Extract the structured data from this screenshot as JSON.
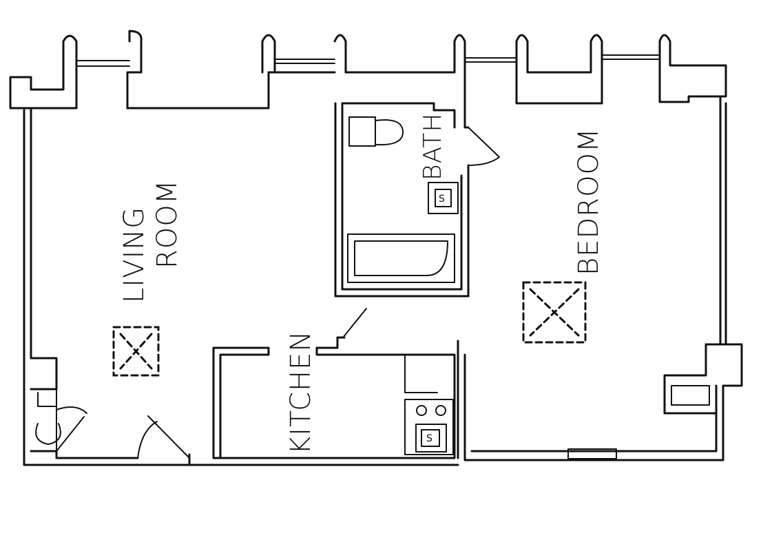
{
  "rooms": {
    "living_line1": "LIVING",
    "living_line2": "ROOM",
    "bath": "BATH",
    "bedroom": "BEDROOM",
    "kitchen": "KITCHEN"
  },
  "fixtures": {
    "bath_sink_mark": "S",
    "kitchen_sink_mark": "S"
  }
}
